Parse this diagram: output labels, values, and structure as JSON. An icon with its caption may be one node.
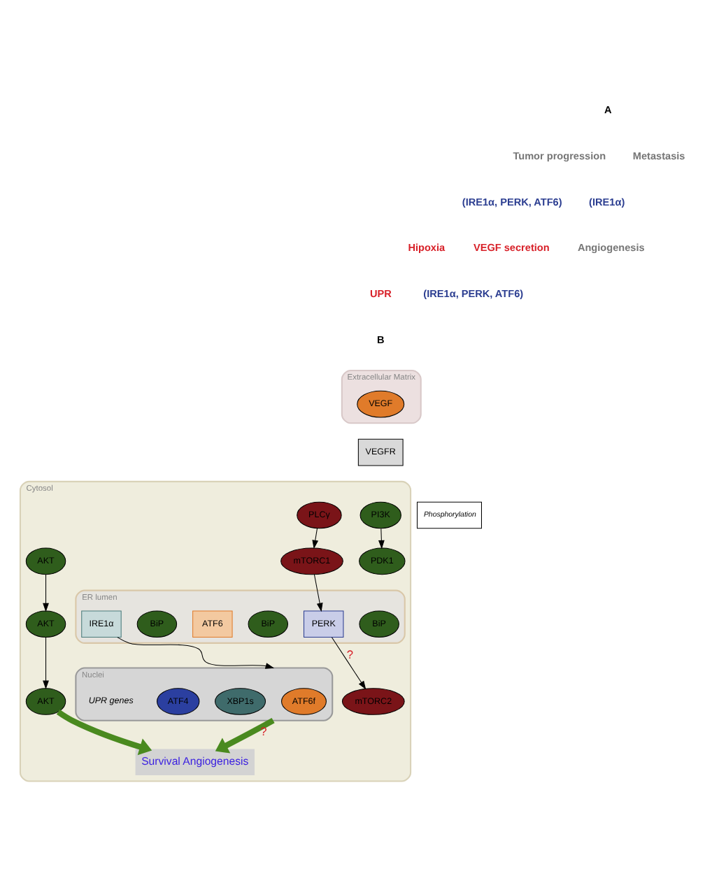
{
  "diagram": {
    "nodes": [
      {
        "text": [
          "Extracellular Matrix"
        ]
      },
      {
        "text": [
          "Cytosol"
        ]
      },
      {
        "text": [
          "VEGF"
        ],
        "in": 0
      },
      {
        "text": [
          "VEGFR"
        ]
      },
      {
        "text": [
          "PLCγ"
        ],
        "in": 1
      },
      {
        "text": [
          "PI3K"
        ],
        "in": 1
      },
      {
        "text": [
          "mTORC1"
        ],
        "in": 1
      },
      {
        "text": [
          "PDK1"
        ],
        "in": 1
      },
      {
        "text": [
          "ER lumen"
        ],
        "in": 1
      },
      {
        "text": [
          "BiP"
        ],
        "in": 8
      },
      {
        "text": [
          "PERK"
        ],
        "in": 8
      },
      {
        "text": [
          "BiP"
        ],
        "in": 8
      },
      {
        "text": [
          "ATF6"
        ],
        "in": 8
      },
      {
        "text": [
          "BiP"
        ],
        "in": 8
      },
      {
        "text": [
          "IRE1α"
        ],
        "in": 8
      },
      {
        "text": [
          "AKT"
        ],
        "in": 1
      },
      {
        "text": [
          "AKT"
        ],
        "in": 1
      },
      {
        "text": [
          "mTORC2"
        ],
        "in": 1
      },
      {
        "text": [
          "AKT"
        ],
        "in": 1
      },
      {
        "text": [
          "Survival Angiogenesis"
        ],
        "in": 1
      },
      {
        "text": [
          "Nuclei"
        ],
        "in": 1
      },
      {
        "text": [
          "ATF6f"
        ],
        "in": 20
      },
      {
        "text": [
          "XBP1s"
        ],
        "in": 20
      },
      {
        "text": [
          "ATF4"
        ],
        "in": 20
      }
    ],
    "edges": [
      {
        "from": 4,
        "to": 6,
        "arrow": "to"
      },
      {
        "from": 5,
        "to": 7,
        "arrow": "to"
      },
      {
        "from": 6,
        "to": 10,
        "arrow": "to"
      },
      {
        "from": 16,
        "to": 15,
        "arrow": "to"
      },
      {
        "from": 15,
        "to": 18,
        "arrow": "to"
      },
      {
        "from": 10,
        "to": 17,
        "arrow": "to",
        "label": "?"
      },
      {
        "from": 14,
        "to": 20,
        "arrow": "to"
      },
      {
        "from": 18,
        "to": 19,
        "arrow": "to",
        "style": "thick",
        "color": "#4a8a1f"
      },
      {
        "from": 20,
        "to": 19,
        "arrow": "to",
        "label": "?",
        "style": "thick",
        "color": "#4a8a1f"
      }
    ],
    "labels": [
      "A",
      "Tumor progression",
      "(IRE1α, PERK, ATF6)",
      "Metastasis",
      "(IRE1α)",
      "Hipoxia",
      "UPR",
      "VEGF secretion",
      "Angiogenesis",
      "(IRE1α, PERK, ATF6)",
      "B",
      "UPR genes"
    ],
    "legend": [
      {
        "text": "Phosphorylation"
      }
    ]
  }
}
